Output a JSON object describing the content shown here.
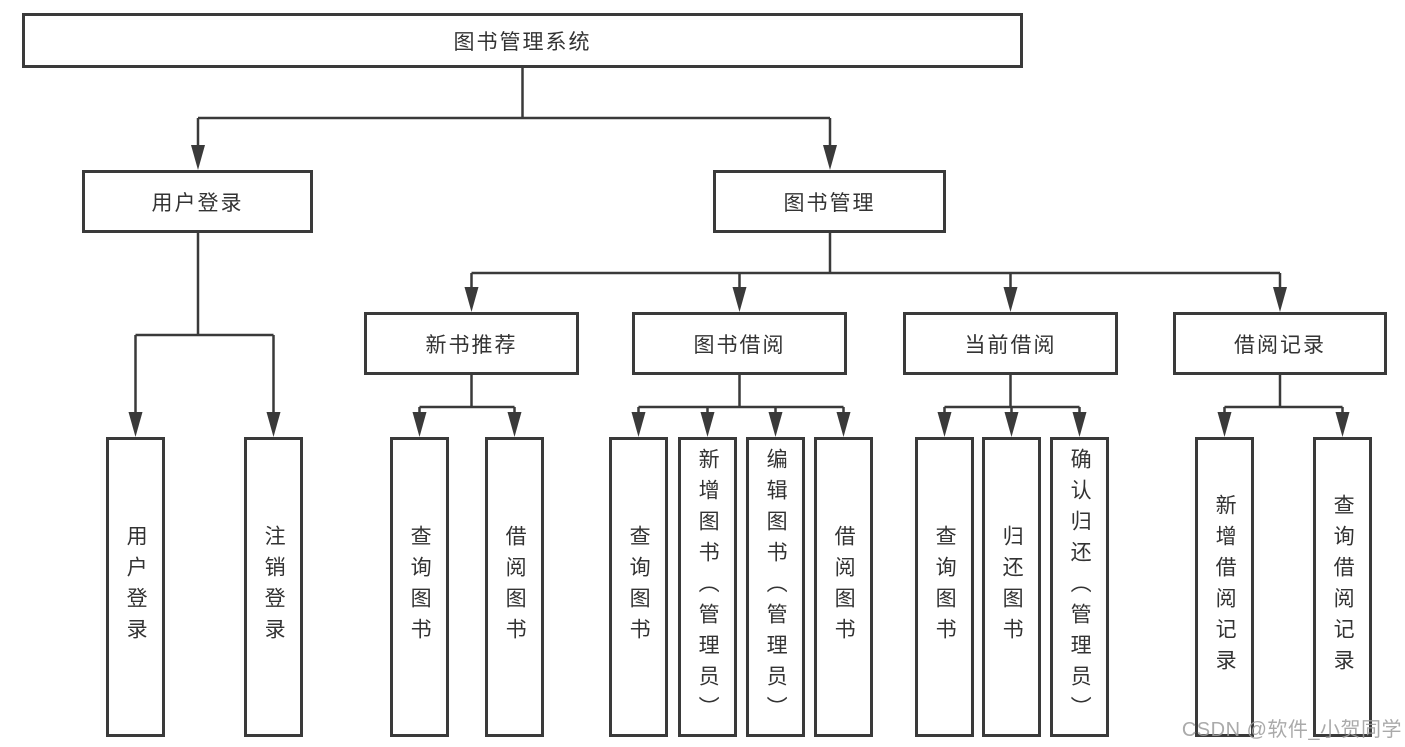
{
  "tree": {
    "label": "图书管理系统",
    "children": [
      {
        "label": "用户登录",
        "children": [
          "用户登录",
          "注销登录"
        ]
      },
      {
        "label": "图书管理",
        "children": [
          {
            "label": "新书推荐",
            "children": [
              "查询图书",
              "借阅图书"
            ]
          },
          {
            "label": "图书借阅",
            "children": [
              "查询图书",
              "新增图书（管理员）",
              "编辑图书（管理员）",
              "借阅图书"
            ]
          },
          {
            "label": "当前借阅",
            "children": [
              "查询图书",
              "归还图书",
              "确认归还（管理员）"
            ]
          },
          {
            "label": "借阅记录",
            "children": [
              "新增借阅记录",
              "查询借阅记录"
            ]
          }
        ]
      }
    ]
  },
  "watermark": {
    "text": "CSDN @软件_小贺同学"
  },
  "colors": {
    "line": "#3a3a3a",
    "box_border": "#3a3a3a",
    "text": "#333333",
    "watermark": "#9e9e9e",
    "background": "#ffffff"
  }
}
